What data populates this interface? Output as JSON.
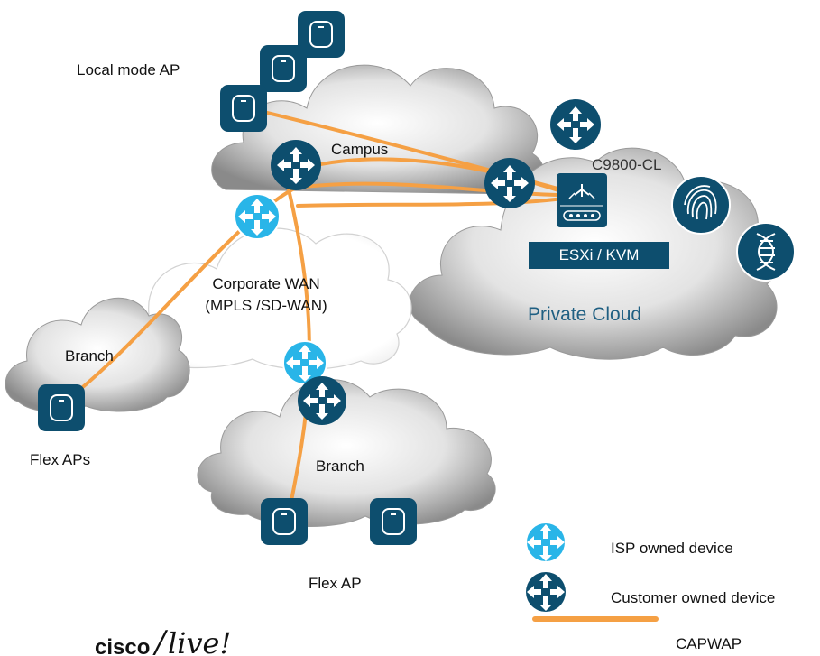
{
  "labels": {
    "local_mode_ap": "Local mode AP",
    "campus": "Campus",
    "c9800": "C9800-CL",
    "esxi": "ESXi / KVM",
    "private_cloud": "Private Cloud",
    "corporate_wan_line1": "Corporate WAN",
    "corporate_wan_line2": "(MPLS /SD-WAN)",
    "branch_left": "Branch",
    "branch_center": "Branch",
    "flex_aps": "Flex APs",
    "flex_ap": "Flex AP"
  },
  "legend": {
    "isp": "ISP owned device",
    "customer": "Customer owned device",
    "capwap": "CAPWAP"
  },
  "logo": {
    "wordmark": "cisco",
    "script": "live!"
  },
  "colors": {
    "dark_device": "#0d4e6e",
    "light_device": "#29b5e8",
    "capwap_line": "#f5a044",
    "cloud_dark_edge": "#8f8f8f",
    "cloud_light_edge": "#d6d6d6"
  },
  "icons": {
    "access_point": "access-point-icon",
    "router": "router-icon",
    "controller": "wireless-controller-icon",
    "fingerprint": "fingerprint-icon",
    "dna": "dna-icon"
  }
}
